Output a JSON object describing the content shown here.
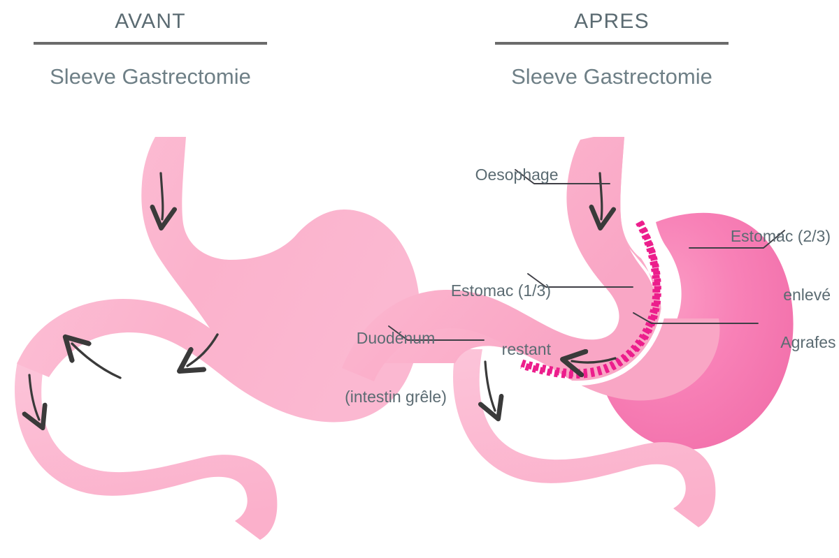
{
  "page": {
    "language": "fr",
    "background_color": "#ffffff"
  },
  "panels": {
    "left": {
      "title": "AVANT",
      "subtitle": "Sleeve Gastrectomie"
    },
    "right": {
      "title": "APRES",
      "subtitle": "Sleeve Gastrectomie"
    }
  },
  "callouts": {
    "oesophage": "Oesophage",
    "estomac_enleve_line1": "Estomac (2/3)",
    "estomac_enleve_line2": "enlevé",
    "estomac_restant_line1": "Estomac (1/3)",
    "estomac_restant_line2": "restant",
    "duodenum_line1": "Duodénum",
    "duodenum_line2": "(intestin grêle)",
    "agrafes": "Agrafes"
  },
  "colors": {
    "title_text": "#5b6b72",
    "subtitle_text": "#6e7f86",
    "title_rule": "#6b6b6b",
    "callout_text": "#5b6b72",
    "leader_line": "#3f3f46",
    "organ_light_pink": "#fbb4ce",
    "organ_light_pink_edge": "#fcc2d7",
    "removed_stomach_pink": "#f785b6",
    "removed_stomach_pink_dark": "#f06aa6",
    "staple_magenta": "#ec1e8c",
    "flow_arrow": "#3a3a3a"
  },
  "icon_names": [
    "flow-arrow-icon",
    "staple-line-icon",
    "leader-line-icon"
  ]
}
